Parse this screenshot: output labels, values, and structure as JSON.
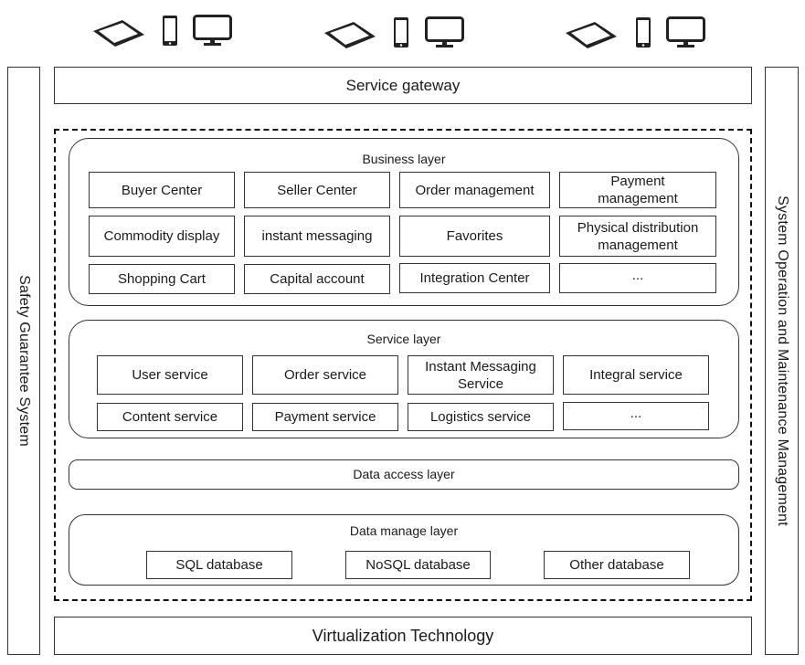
{
  "devices": [
    {
      "icons": [
        "tablet-icon",
        "phone-icon",
        "monitor-icon"
      ]
    },
    {
      "icons": [
        "tablet-icon",
        "phone-icon",
        "monitor-icon"
      ]
    },
    {
      "icons": [
        "tablet-icon",
        "phone-icon",
        "monitor-icon"
      ]
    }
  ],
  "gateway": "Service gateway",
  "left_side": "Safety Guarantee System",
  "right_side": "System Operation and Maintenance Management",
  "business_layer": {
    "title": "Business layer",
    "items": [
      "Buyer Center",
      "Seller Center",
      "Order management",
      "Payment management",
      "Commodity display",
      "instant messaging",
      "Favorites",
      "Physical distribution management",
      "Shopping Cart",
      "Capital account",
      "Integration Center",
      "..."
    ]
  },
  "service_layer": {
    "title": "Service layer",
    "items": [
      "User service",
      "Order service",
      "Instant Messaging Service",
      "Integral service",
      "Content service",
      "Payment service",
      "Logistics service",
      "..."
    ]
  },
  "data_access_layer": "Data access layer",
  "data_manage_layer": {
    "title": "Data manage layer",
    "items": [
      "SQL database",
      "NoSQL database",
      "Other database"
    ]
  },
  "virtualization": "Virtualization Technology"
}
